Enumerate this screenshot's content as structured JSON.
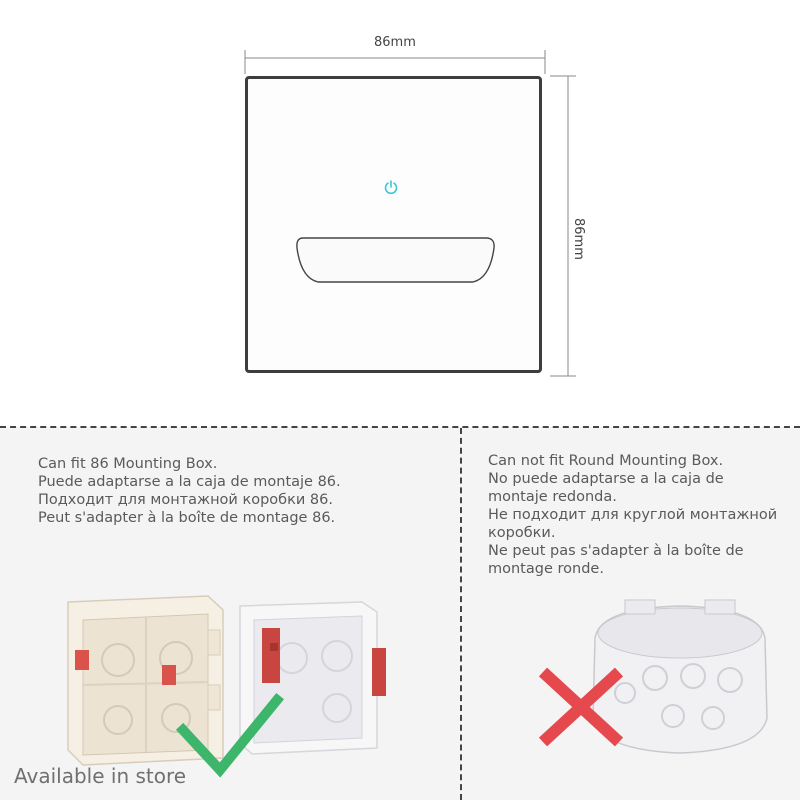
{
  "dimensions": {
    "width_label": "86mm",
    "height_label": "86mm"
  },
  "left_text": {
    "lines": [
      "Can fit 86 Mounting Box.",
      "Puede adaptarse a la caja de montaje 86.",
      "Подходит для монтажной коробки 86.",
      "Peut s'adapter à la boîte de montage 86."
    ]
  },
  "right_text": {
    "lines": [
      "Can not fit Round Mounting Box.",
      "No puede adaptarse a la caja de",
      "montaje redonda.",
      "Не подходит для круглой монтажной",
      "коробки.",
      "Ne peut pas s'adapter à la boîte de",
      "montage ronde."
    ]
  },
  "footer": {
    "store_label": "Available in store"
  },
  "colors": {
    "power_icon": "#3cc6d8",
    "check": "#3db56b",
    "cross": "#e5484d"
  },
  "icons": [
    "power-icon",
    "check-icon",
    "cross-icon"
  ]
}
